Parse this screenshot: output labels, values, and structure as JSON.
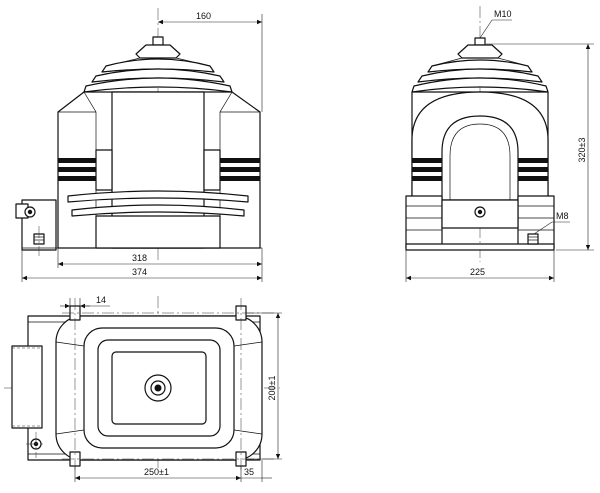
{
  "front_view": {
    "dim_top_width": "160",
    "dim_inner_width": "318",
    "dim_overall_width": "374"
  },
  "side_view": {
    "dim_terminal": "M10",
    "dim_height": "320±3",
    "dim_ground_bolt": "M8",
    "dim_base_width": "225"
  },
  "top_view": {
    "dim_slot": "14",
    "dim_mount_depth": "200±1",
    "dim_mount_width": "250±1",
    "dim_edge": "35"
  }
}
